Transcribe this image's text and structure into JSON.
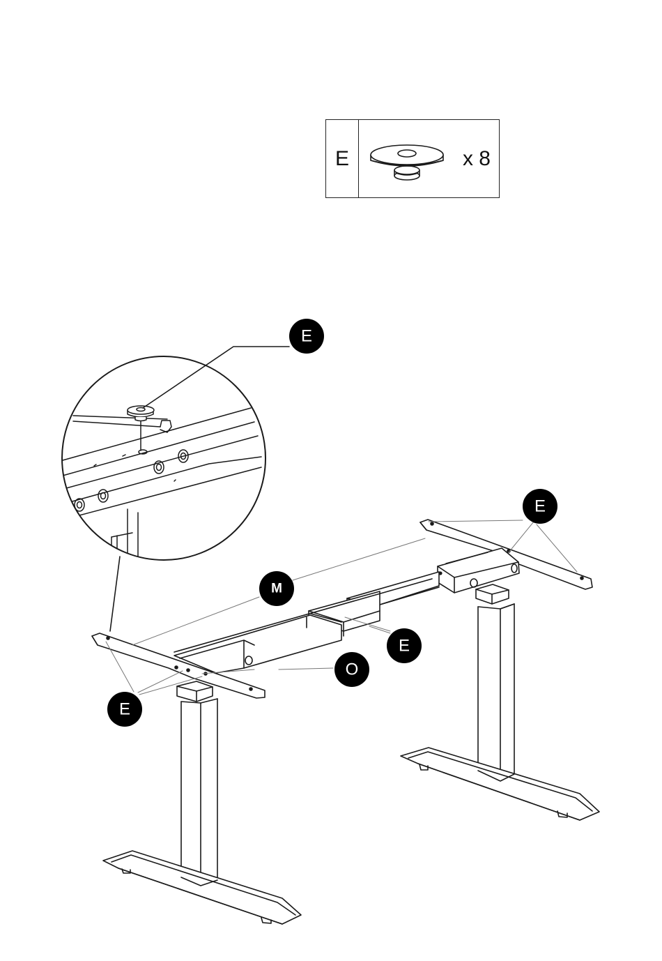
{
  "parts": {
    "letter": "E",
    "quantity": "x 8",
    "icon": "washer-icon"
  },
  "callouts": {
    "detail_e": "E",
    "right_crossbar_e": "E",
    "middle_e": "E",
    "left_crossbar_e": "E",
    "m": "M",
    "o": "O"
  },
  "colors": {
    "line": "#1a1a1a",
    "callout_fill": "#000000",
    "callout_text": "#ffffff"
  }
}
